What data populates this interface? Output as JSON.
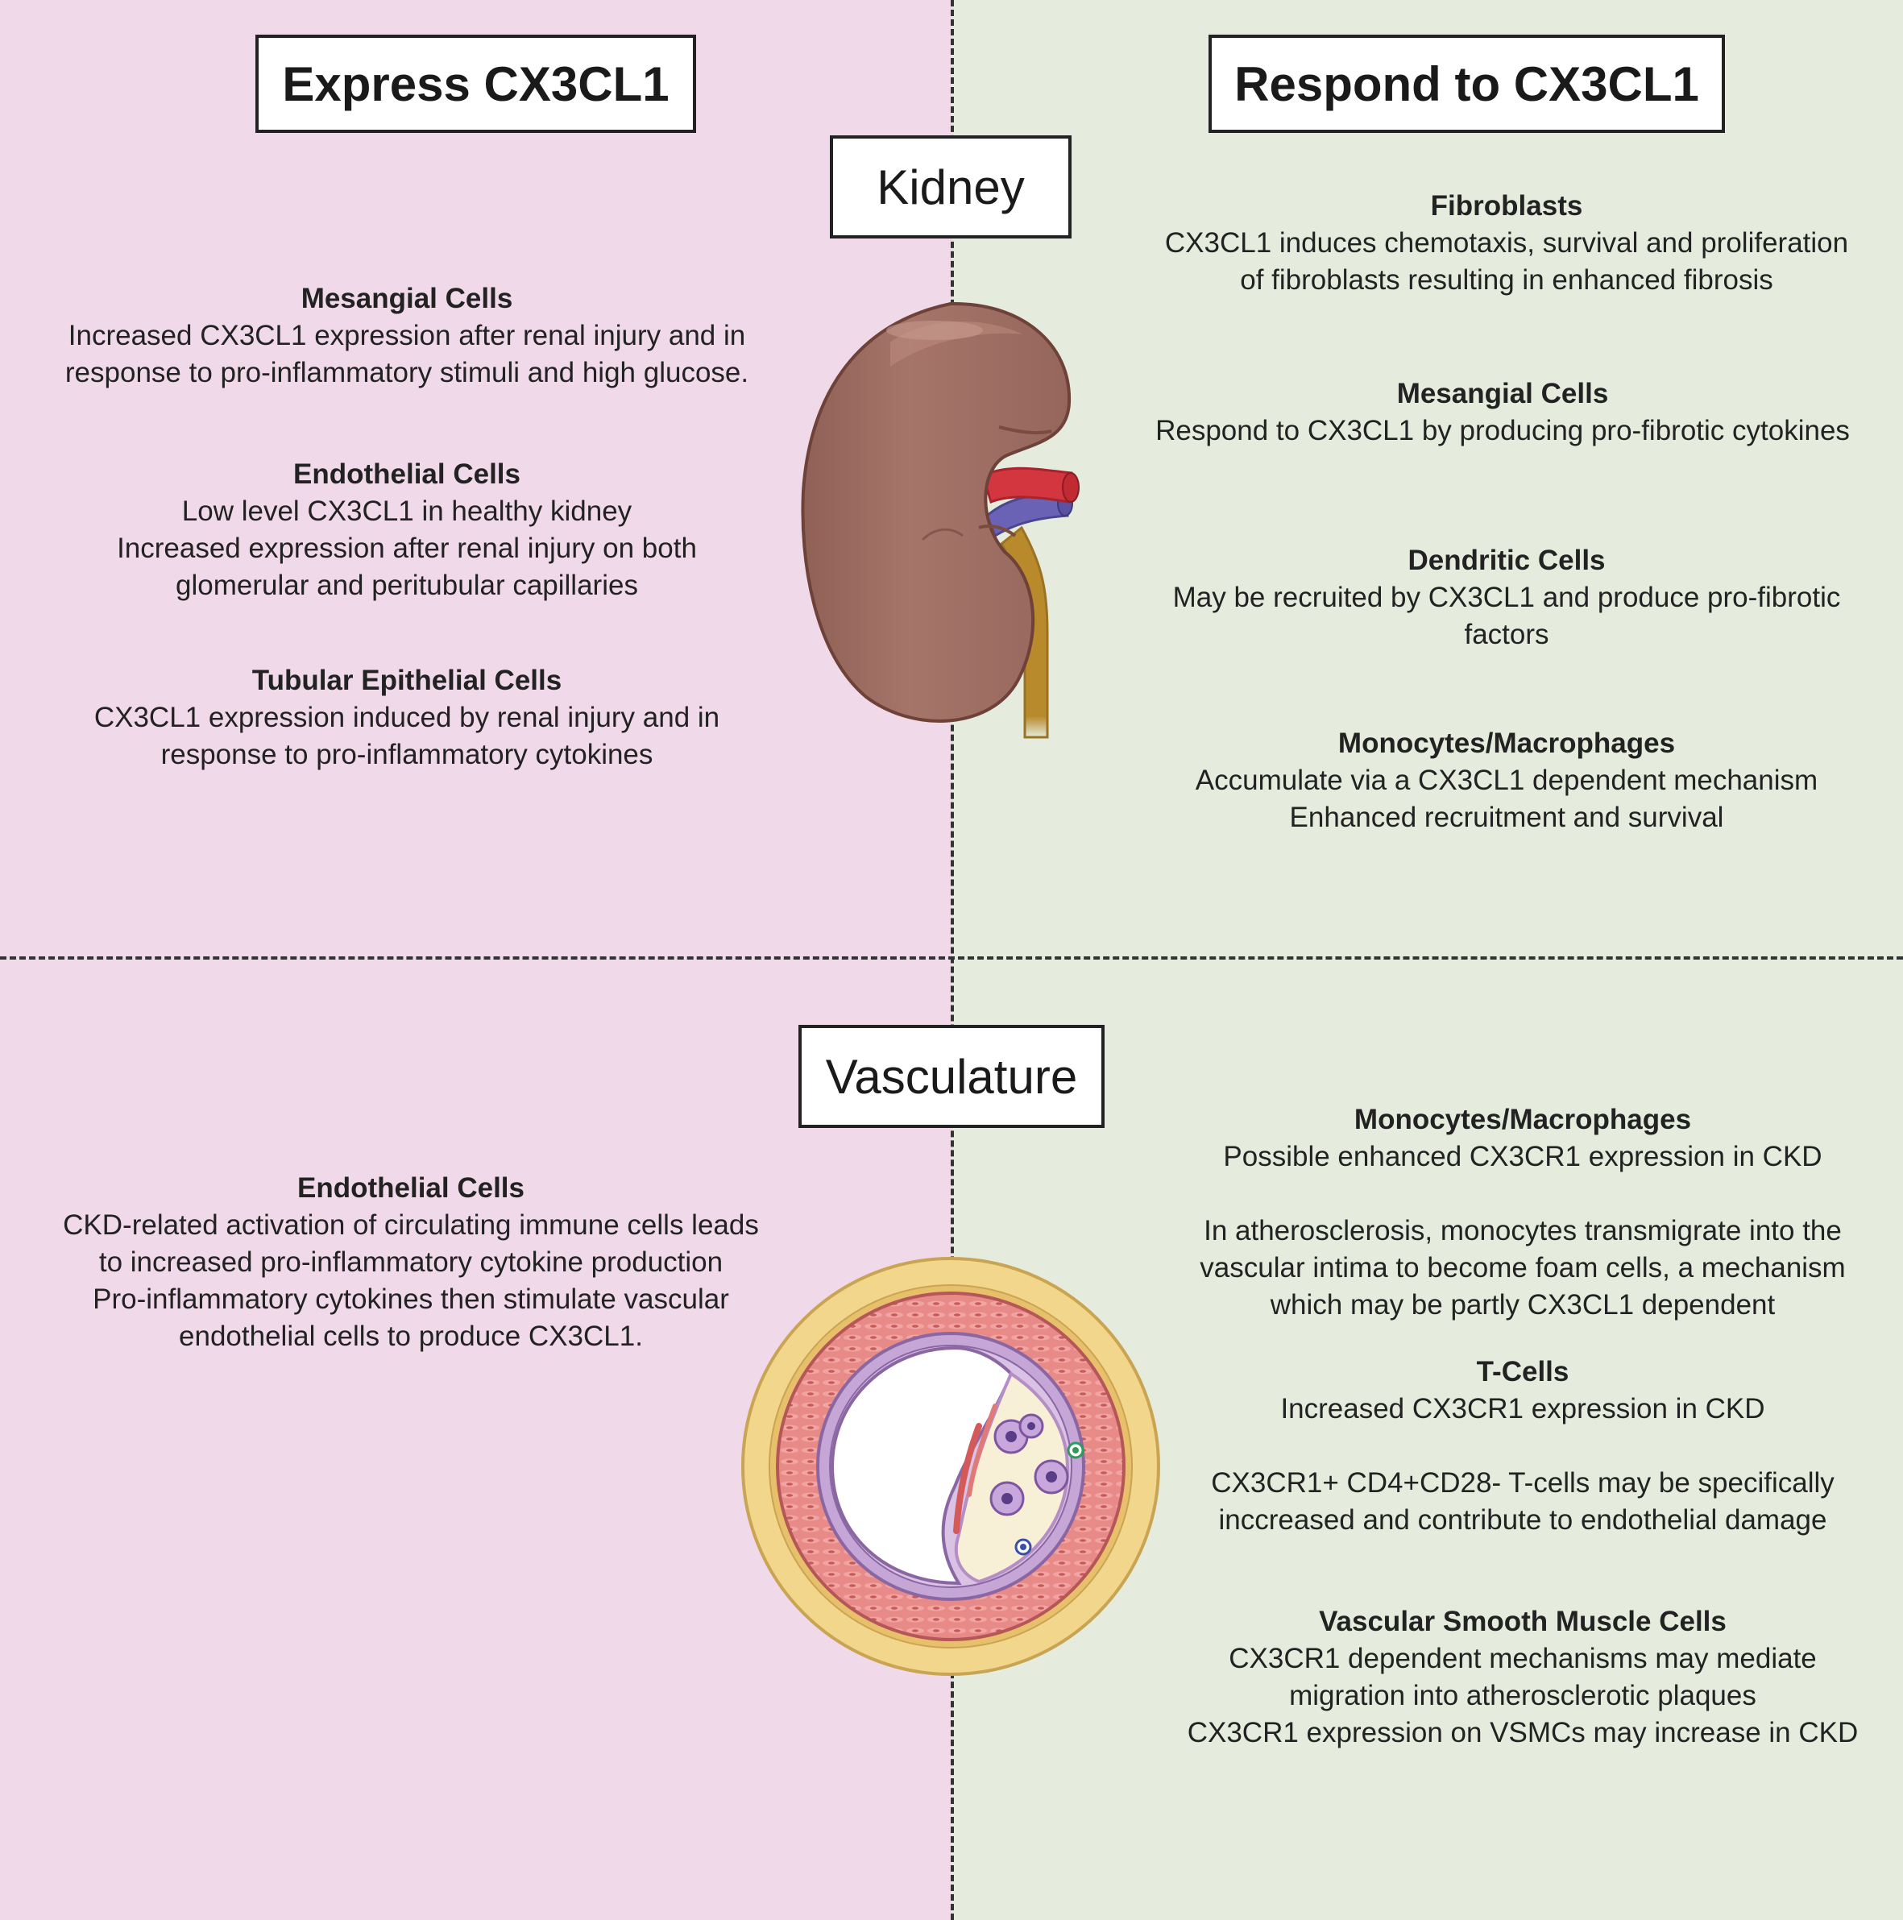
{
  "headers": {
    "express": "Express CX3CL1",
    "respond": "Respond to CX3CL1"
  },
  "sections": {
    "kidney": "Kidney",
    "vasculature": "Vasculature"
  },
  "express": {
    "kidney": [
      {
        "title": "Mesangial Cells",
        "lines": [
          "Increased CX3CL1 expression after renal injury and  in",
          "response to pro-inflammatory stimuli and high glucose."
        ]
      },
      {
        "title": "Endothelial Cells",
        "lines": [
          "Low level CX3CL1 in healthy kidney",
          "Increased expression after renal injury on both",
          "glomerular and peritubular capillaries"
        ]
      },
      {
        "title": "Tubular Epithelial Cells",
        "lines": [
          "CX3CL1 expression induced by renal injury and in",
          "response to pro-inflammatory cytokines"
        ]
      }
    ],
    "vasculature": [
      {
        "title": "Endothelial Cells",
        "lines": [
          "CKD-related activation of circulating immune cells leads",
          "to increased pro-inflammatory cytokine production",
          "Pro-inflammatory cytokines then stimulate vascular",
          "endothelial cells to produce CX3CL1."
        ]
      }
    ]
  },
  "respond": {
    "kidney": [
      {
        "title": "Fibroblasts",
        "lines": [
          "CX3CL1 induces chemotaxis, survival and proliferation",
          "of fibroblasts resulting in enhanced fibrosis"
        ]
      },
      {
        "title": "Mesangial Cells",
        "lines": [
          "Respond to CX3CL1 by producing pro-fibrotic cytokines"
        ]
      },
      {
        "title": "Dendritic Cells",
        "lines": [
          "May be recruited by CX3CL1 and produce pro-fibrotic",
          "factors"
        ]
      },
      {
        "title": "Monocytes/Macrophages",
        "lines": [
          "Accumulate via a CX3CL1 dependent mechanism",
          "Enhanced recruitment and survival"
        ]
      }
    ],
    "vasculature": [
      {
        "title": "Monocytes/Macrophages",
        "lines": [
          "Possible  enhanced CX3CR1 expression in CKD",
          "",
          "In atherosclerosis, monocytes transmigrate into the",
          "vascular intima to become foam cells, a mechanism",
          "which may be partly CX3CL1 dependent"
        ]
      },
      {
        "title": "T-Cells",
        "lines": [
          "Increased CX3CR1 expression in CKD",
          "",
          "CX3CR1+ CD4+CD28- T-cells may be specifically",
          "inccreased and contribute to endothelial damage"
        ]
      },
      {
        "title": "Vascular Smooth Muscle Cells",
        "lines": [
          "CX3CR1 dependent mechanisms may mediate",
          "migration into atherosclerotic plaques",
          "CX3CR1 expression on VSMCs may increase in CKD"
        ]
      }
    ]
  },
  "colors": {
    "left_panel": "#f0d9e9",
    "right_panel": "#e5ecdd",
    "kidney": "#a5756a",
    "artery": "#d4363f",
    "vein": "#6a62b4",
    "ureter": "#b88a2c",
    "adventitia": "#f2d68c",
    "media": "#e88a88",
    "intima": "#c6a6d6",
    "plaque": "#f7f0d6"
  },
  "icons": [
    "kidney-illustration",
    "artery-cross-section-illustration"
  ]
}
